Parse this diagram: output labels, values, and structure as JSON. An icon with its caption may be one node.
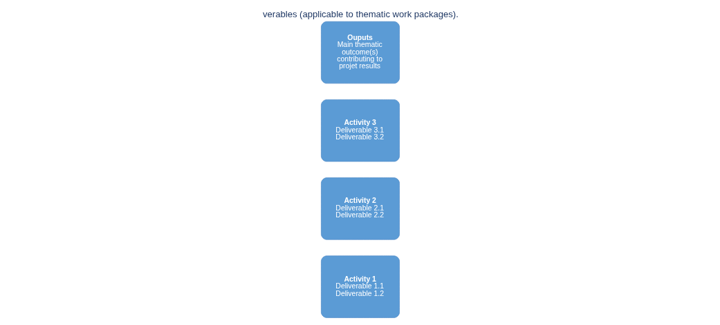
{
  "diagram": {
    "title": "verables (applicable to thematic work packages).",
    "nodes": [
      {
        "text": [
          "Activity 1",
          "Deliverable 1.1",
          "Deliverable 1.2"
        ]
      },
      {
        "text": [
          "Activity 2",
          "Deliverable 2.1",
          "Deliverable 2.2"
        ]
      },
      {
        "text": [
          "Activity 3",
          "Deliverable 3.1",
          "Deliverable 3.2"
        ]
      },
      {
        "text": [
          "Ouputs",
          "Main thematic outcome(s) contributing to projet results"
        ]
      }
    ],
    "edges": []
  }
}
